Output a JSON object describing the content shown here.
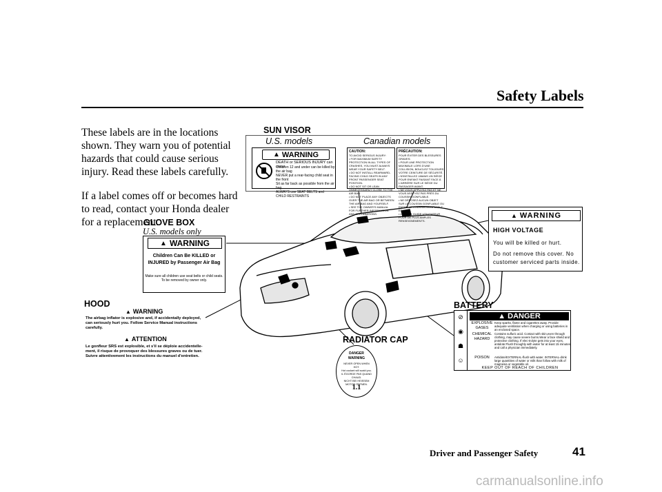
{
  "page": {
    "title": "Safety Labels",
    "footer": "Driver and Passenger Safety",
    "page_number": "41",
    "watermark": "carmanualsonline.info"
  },
  "intro": {
    "p1": "These labels are in the locations shown. They warn you of potential hazards that could cause serious injury. Read these labels carefully.",
    "p2": "If a label comes off or becomes hard to read, contact your Honda dealer for a replacement."
  },
  "sun_visor": {
    "heading": "SUN VISOR",
    "us": "U.S. models",
    "canada": "Canadian models",
    "warning": "WARNING",
    "warn_text": "DEATH or SERIOUS INJURY can occur",
    "warn_items": [
      "Children 12 and under can be killed by the air bag",
      "NEVER put a rear-facing child seat in the front",
      "Sit as far back as possible from the air bag",
      "ALWAYS use SEAT BELTS and CHILD RESTRAINTS"
    ],
    "caution_title": "CAUTION:",
    "caution_lines": [
      "TO AVOID SERIOUS INJURY:",
      "• FOR MAXIMUM SAFETY PROTECTION IN ALL TYPES OF CRASHES, YOU MUST ALWAYS WEAR YOUR SAFETY BELT.",
      "• DO NOT INSTALL REARWARD-FACING CHILD SEATS IN ANY FRONT PASSENGER SEAT POSITION.",
      "• DO NOT SIT OR LEAN UNNECESSARILY CLOSE TO THE AIR BAG.",
      "• DO NOT PLACE ANY OBJECTS OVER THE AIR BAG OR BETWEEN THE AIR BAG AND YOURSELF.",
      "• SEE THE OWNER'S MANUAL FOR FURTHER INFORMATION AND EXPLANATIONS."
    ],
    "precaution_title": "PRÉCAUTION:",
    "precaution_lines": [
      "POUR ÉVITER DES BLESSURES GRAVES:",
      "• POUR UNE PROTECTION MAXIMALE LORS D'UNE COLLISION, BOUCLEZ TOUJOURS VOTRE CEINTURE DE SÉCURITÉ.",
      "• N'INSTALLEZ JAMAIS UN SIÈGE POUR ENFANT FAISANT FACE À L'ARRIÈRE SUR LE SIÈGE DU PASSAGER AVANT.",
      "• NE VOUS APPUYEZ PAS ET NE VOUS ASSEYEZ PAS PRÈS DU COUSSIN GONFLABLE.",
      "• NE DÉPOSEZ AUCUN OBJET SUR LE COUSSIN GONFLABLE OU ENTRE LE COUSSIN GONFLABLE ET VOUS.",
      "• LISEZ LE GUIDE UTILISATEUR POUR DE PLUS AMPLES RENSEIGNEMENTS."
    ]
  },
  "glove_box": {
    "heading": "GLOVE BOX",
    "sub": "U.S. models only",
    "warning": "WARNING",
    "main": [
      "Children Can Be KILLED or",
      "INJURED by Passenger Air Bag"
    ],
    "small": [
      "Make sure all children use seat belts or child seats.",
      "To be removed by owner only."
    ]
  },
  "high_voltage": {
    "warning": "WARNING",
    "heading": "HIGH VOLTAGE",
    "lines": [
      "You will be killed or hurt.",
      "Do not remove this cover. No customer serviced parts inside."
    ]
  },
  "hood": {
    "heading": "HOOD",
    "warning": "WARNING",
    "warn_text": "The airbag inflator is explosive and, if accidentally deployed, can seriously hurt you. Follow Service Manual instructions carefully.",
    "attention": "ATTENTION",
    "attention_text": "Le gonfleur SRS est explosible, et s'il se déploie accidentelle-ment, il risque de provoquer des blessures graves ou de tuer. Suivre attentivement les instructions du manuel d'entretien."
  },
  "battery": {
    "heading": "BATTERY",
    "danger": "DANGER",
    "rows": [
      {
        "label": "EXPLOSIVE GASES",
        "text": "Keep sparks, flame and cigarettes away. Provide adequate ventilation when charging or using batteries in an enclosed space."
      },
      {
        "label": "CHEMICAL HAZARD",
        "text": "Contains sulfuric acid. Contact with skin,even through clothing, may cause severe burns.Wear a face shield and protective clothing. If elec-trolyte gets into your eyes, antidote:Flush throughly with water for at least 15 minutes and call a physician immediately."
      },
      {
        "label": "POISON",
        "text": "Antidote/EXTERNAL-flush with water. INTERNAL-drink large quantities of water or milk than follow with milk of magnesia or vegetable oil."
      }
    ],
    "footer": "KEEP OUT OF REACH OF CHILDREN"
  },
  "radiator": {
    "heading": "RADIATOR CAP",
    "danger": "DANGER",
    "warning": "WARNING",
    "lines": [
      "NEVER OPEN WHEN HOT.",
      "Hot coolant will scald you.",
      "IL ÉGORGE PAS QUAND CHAUD.",
      "NICHT BEI HEISSEM MOTOR ÖFFNEN."
    ],
    "rating": "1.1"
  }
}
